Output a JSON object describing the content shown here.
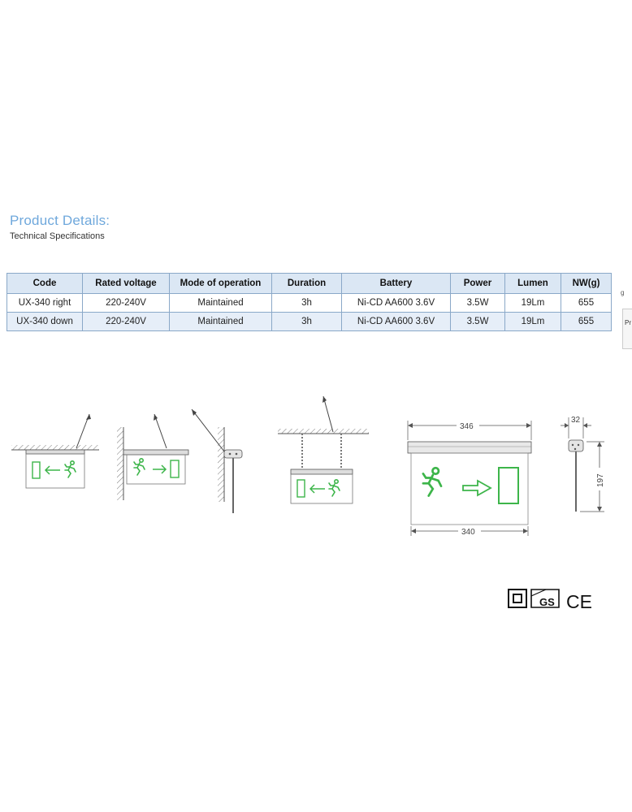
{
  "header": {
    "title": "Product Details:",
    "subtitle": "Technical Specifications"
  },
  "table": {
    "columns": [
      "Code",
      "Rated voltage",
      "Mode of operation",
      "Duration",
      "Battery",
      "Power",
      "Lumen",
      "NW(g)"
    ],
    "rows": [
      [
        "UX-340 right",
        "220-240V",
        "Maintained",
        "3h",
        "Ni-CD AA600 3.6V",
        "3.5W",
        "19Lm",
        "655"
      ],
      [
        "UX-340 down",
        "220-240V",
        "Maintained",
        "3h",
        "Ni-CD AA600 3.6V",
        "3.5W",
        "19Lm",
        "655"
      ]
    ]
  },
  "edge": {
    "mark": "g",
    "tab": "Pr"
  },
  "dimensions": {
    "width_top": "346",
    "width_bottom": "340",
    "depth": "32",
    "height": "197"
  },
  "certifications": {
    "ce": "CE",
    "gs": "GS"
  },
  "colors": {
    "title": "#6fa8dc",
    "table_border": "#8aa8c8",
    "table_header": "#dbe7f4",
    "row_alt": "#e6eef8",
    "sign_green": "#3db54a"
  }
}
